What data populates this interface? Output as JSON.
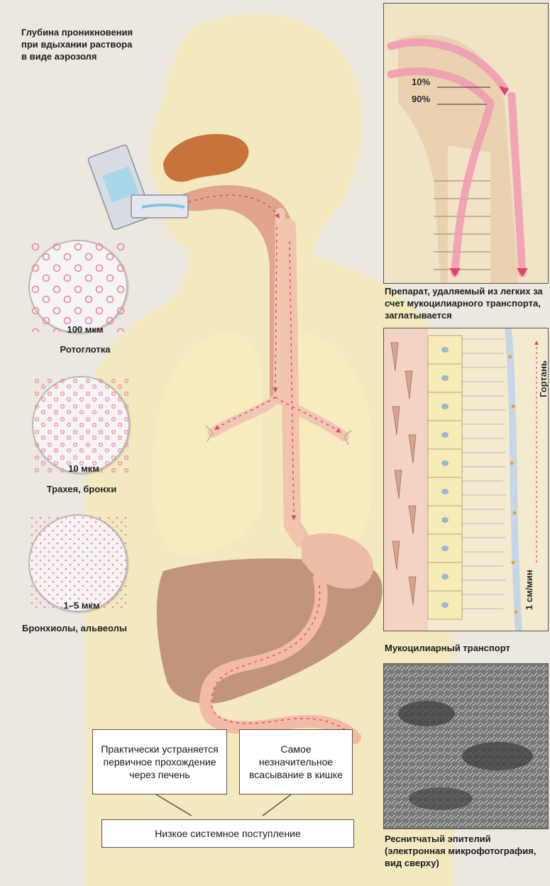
{
  "diagram": {
    "aerosol_caption": "Глубина проникновения при вдыхании раствора в виде аэрозоля",
    "zones": [
      {
        "size": "100 мкм",
        "region": "Ротоглотка"
      },
      {
        "size": "10 мкм",
        "region": "Трахея, бронхи"
      },
      {
        "size": "1–5 мкм",
        "region": "Бронхиолы, альвеолы"
      }
    ],
    "airway": {
      "upper_pct": "10%",
      "lower_pct": "90%",
      "caption": "Препарат, удаляемый из легких за счет мукоцилиарного транспорта, заглатывается"
    },
    "mucociliary": {
      "title": "Мукоцилиарный транспорт",
      "direction_label": "Гортань",
      "speed_label": "1 см/мин"
    },
    "micrograph": {
      "caption": "Реснитчатый эпителий (электронная микрофотография, вид сверху)"
    },
    "boxes": {
      "liver": "Практически устраняется первичное прохождение через печень",
      "gut": "Самое незначительное всасывание в кишке",
      "systemic": "Низкое системное поступление"
    }
  },
  "colors": {
    "body": "#f3e8be",
    "lung": "#f7ebbf",
    "nasal": "#c9733c",
    "pathway": "#f4c2ad",
    "arrow": "#e2456a",
    "liver": "#c0957a",
    "stomach": "#ebbca6"
  }
}
